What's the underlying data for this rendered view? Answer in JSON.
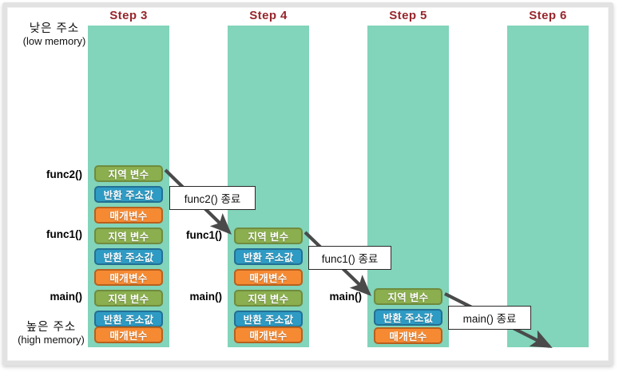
{
  "figure": {
    "title": "Call stack steps diagram",
    "colors": {
      "column_fill": "#82d4ba",
      "step_title": "#97252b",
      "local_var_box": "#8bae4e",
      "return_addr_box": "#2e9bc4",
      "param_box": "#f58a33",
      "callout_border": "#2a2a2a",
      "arrow": "#4a4a4a"
    }
  },
  "axis_labels": {
    "low": {
      "kr": "낮은 주소",
      "en": "(low memory)"
    },
    "high": {
      "kr": "높은 주소",
      "en": "(high memory)"
    }
  },
  "box_labels": {
    "local": "지역 변수",
    "return_address": "반환 주소값",
    "parameter": "매개변수"
  },
  "steps": [
    {
      "title": "Step 3",
      "frames": [
        {
          "function": "func2()",
          "rows": [
            "지역 변수",
            "반환 주소값",
            "매개변수"
          ]
        },
        {
          "function": "func1()",
          "rows": [
            "지역 변수",
            "반환 주소값",
            "매개변수"
          ]
        },
        {
          "function": "main()",
          "rows": [
            "지역 변수",
            "반환 주소값",
            "매개변수"
          ]
        }
      ]
    },
    {
      "title": "Step 4",
      "frames": [
        {
          "function": "func1()",
          "rows": [
            "지역 변수",
            "반환 주소값",
            "매개변수"
          ]
        },
        {
          "function": "main()",
          "rows": [
            "지역 변수",
            "반환 주소값",
            "매개변수"
          ]
        }
      ]
    },
    {
      "title": "Step 5",
      "frames": [
        {
          "function": "main()",
          "rows": [
            "지역 변수",
            "반환 주소값",
            "매개변수"
          ]
        }
      ]
    },
    {
      "title": "Step 6",
      "frames": []
    }
  ],
  "callouts": [
    {
      "label": "func2() 종료"
    },
    {
      "label": "func1() 종료"
    },
    {
      "label": "main() 종료"
    }
  ]
}
